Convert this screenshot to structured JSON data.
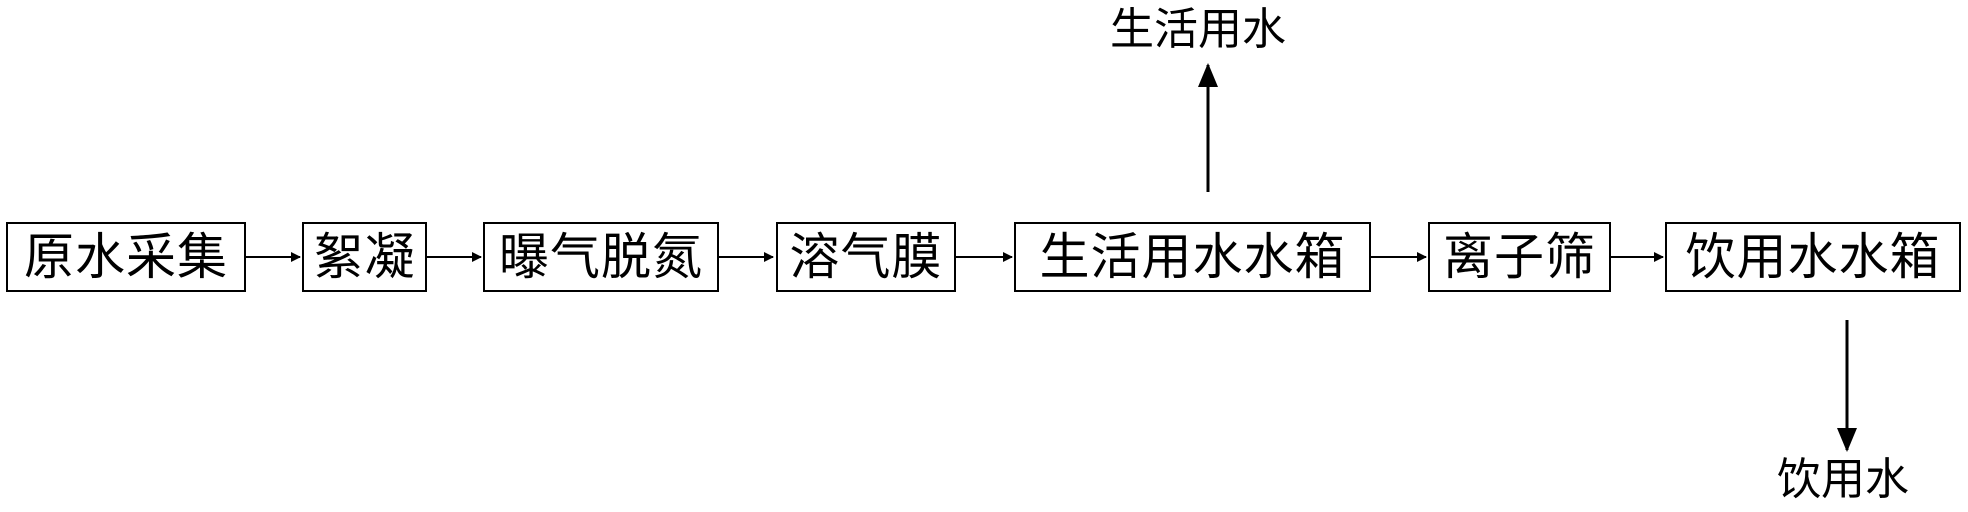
{
  "nodes": [
    {
      "id": "raw-water-collection",
      "label": "原水采集"
    },
    {
      "id": "flocculation",
      "label": "絮凝"
    },
    {
      "id": "aeration-denitrification",
      "label": "曝气脱氮"
    },
    {
      "id": "dissolved-gas-membrane",
      "label": "溶气膜"
    },
    {
      "id": "domestic-water-tank",
      "label": "生活用水水箱"
    },
    {
      "id": "ion-sieve",
      "label": "离子筛"
    },
    {
      "id": "drinking-water-tank",
      "label": "饮用水水箱"
    }
  ],
  "outputs": {
    "domestic_water": "生活用水",
    "drinking_water": "饮用水"
  },
  "edges": [
    {
      "from": "raw-water-collection",
      "to": "flocculation"
    },
    {
      "from": "flocculation",
      "to": "aeration-denitrification"
    },
    {
      "from": "aeration-denitrification",
      "to": "dissolved-gas-membrane"
    },
    {
      "from": "dissolved-gas-membrane",
      "to": "domestic-water-tank"
    },
    {
      "from": "domestic-water-tank",
      "to": "ion-sieve"
    },
    {
      "from": "ion-sieve",
      "to": "drinking-water-tank"
    },
    {
      "from": "domestic-water-tank",
      "to": "output-domestic-water"
    },
    {
      "from": "drinking-water-tank",
      "to": "output-drinking-water"
    }
  ]
}
